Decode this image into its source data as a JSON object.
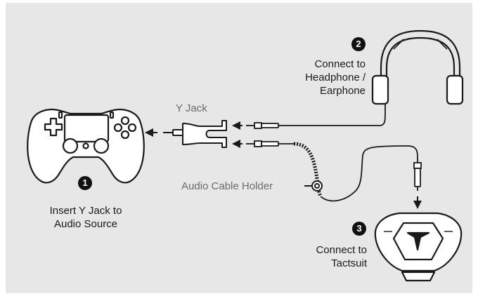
{
  "steps": {
    "step1": {
      "number": "1",
      "line1": "Insert Y Jack to",
      "line2": "Audio Source"
    },
    "step2": {
      "number": "2",
      "line1": "Connect to",
      "line2": "Headphone /",
      "line3": "Earphone"
    },
    "step3": {
      "number": "3",
      "line1": "Connect to",
      "line2": "Tactsuit"
    }
  },
  "labels": {
    "y_jack": "Y Jack",
    "audio_cable_holder": "Audio Cable Holder"
  },
  "colors": {
    "background": "#e7e7e7",
    "outline": "#1a1a1a",
    "label_gray": "#6b6b6b"
  }
}
